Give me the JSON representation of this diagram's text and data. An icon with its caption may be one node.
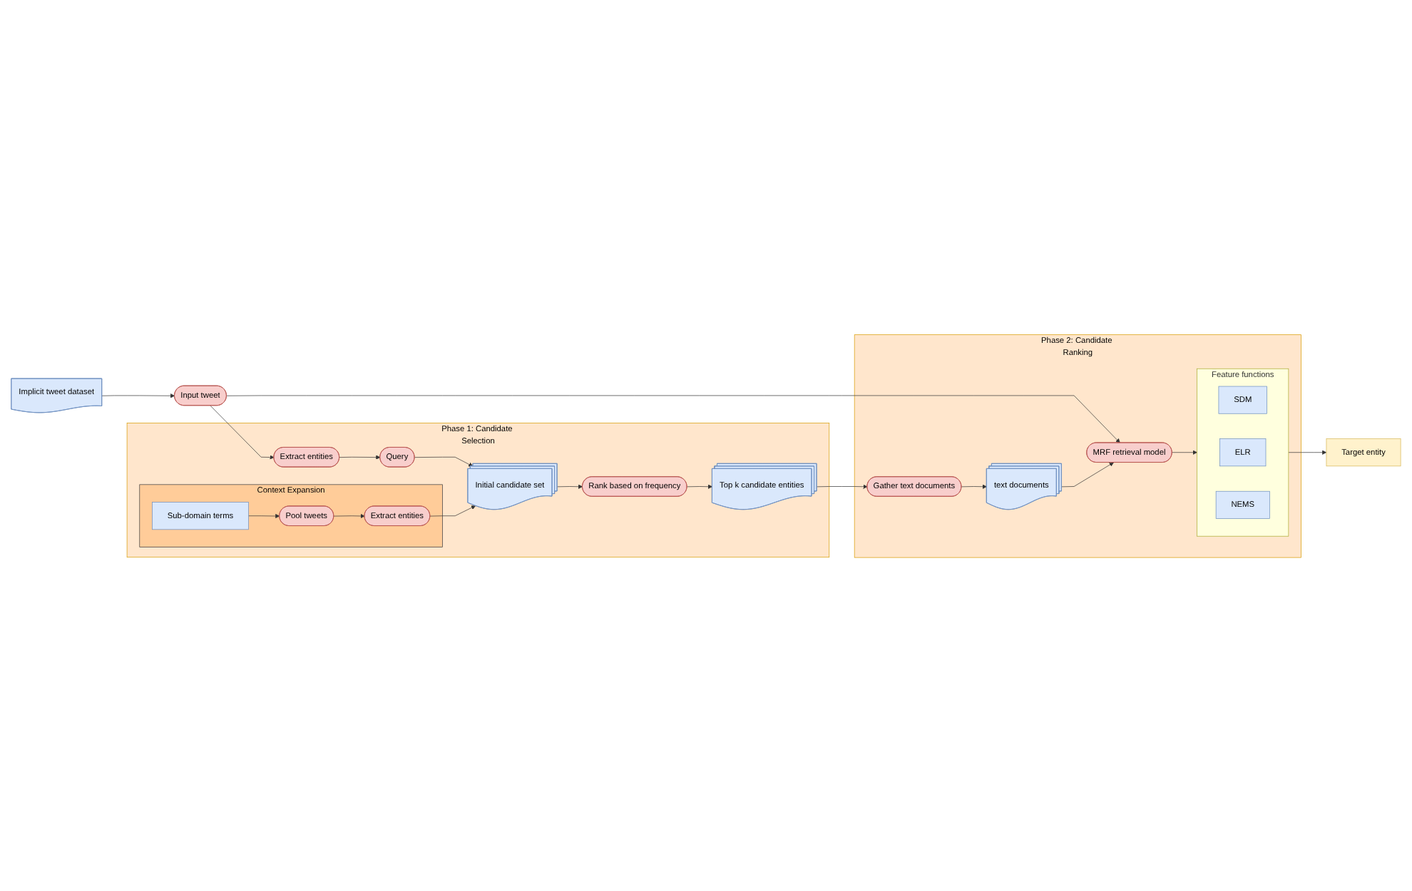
{
  "diagram": {
    "nodes": [
      {
        "text": [
          "Phase 1: Candidate Selection"
        ]
      },
      {
        "text": [
          "Input tweet"
        ]
      },
      {
        "text": [
          "Extract entities"
        ],
        "in": 0
      },
      {
        "text": [
          "Query"
        ],
        "in": 0
      },
      {
        "text": [
          "Context Expansion"
        ],
        "in": 0
      },
      {
        "text": [
          "Sub-domain terms"
        ],
        "in": 4
      },
      {
        "text": [
          "Pool tweets"
        ],
        "in": 4
      },
      {
        "text": [
          "Extract entities"
        ],
        "in": 4
      },
      {
        "text": [
          "Initial candidate set"
        ],
        "in": 0
      },
      {
        "text": [
          "Rank based on frequency"
        ],
        "in": 0
      },
      {
        "text": [
          "Top k candidate entities"
        ],
        "in": 0
      },
      {
        "text": [
          "Implicit tweet dataset"
        ]
      },
      {
        "text": [
          "Phase 2: Candidate Ranking"
        ]
      },
      {
        "text": [
          "Gather text documents"
        ],
        "in": 12
      },
      {
        "text": [
          "MRF retrieval model"
        ],
        "in": 12
      },
      {
        "text": [
          "text documents"
        ],
        "in": 12
      },
      {
        "text": [
          "Feature functions"
        ],
        "in": 12
      },
      {
        "text": [
          "SDM"
        ],
        "in": 16
      },
      {
        "text": [
          "ELR"
        ],
        "in": 16
      },
      {
        "text": [
          "NEMS"
        ],
        "in": 16
      },
      {
        "text": [
          "Target entity"
        ]
      }
    ],
    "edges": [
      {
        "from": 11,
        "to": 1,
        "arrow": "to"
      },
      {
        "from": 1,
        "to": 2,
        "arrow": "to"
      },
      {
        "from": 2,
        "to": 3,
        "arrow": "to"
      },
      {
        "from": 3,
        "to": 8,
        "arrow": "to"
      },
      {
        "from": 5,
        "to": 6,
        "arrow": "to"
      },
      {
        "from": 6,
        "to": 7,
        "arrow": "to"
      },
      {
        "from": 7,
        "to": 8,
        "arrow": "to"
      },
      {
        "from": 8,
        "to": 9,
        "arrow": "to"
      },
      {
        "from": 9,
        "to": 10,
        "arrow": "to"
      },
      {
        "from": 10,
        "to": 13,
        "arrow": "to"
      },
      {
        "from": 1,
        "to": 14,
        "arrow": "to"
      },
      {
        "from": 13,
        "to": 15,
        "arrow": "to"
      },
      {
        "from": 15,
        "to": 14,
        "arrow": "to"
      },
      {
        "from": 14,
        "to": 16,
        "arrow": "to"
      },
      {
        "from": 16,
        "to": 20,
        "arrow": "to"
      }
    ]
  }
}
